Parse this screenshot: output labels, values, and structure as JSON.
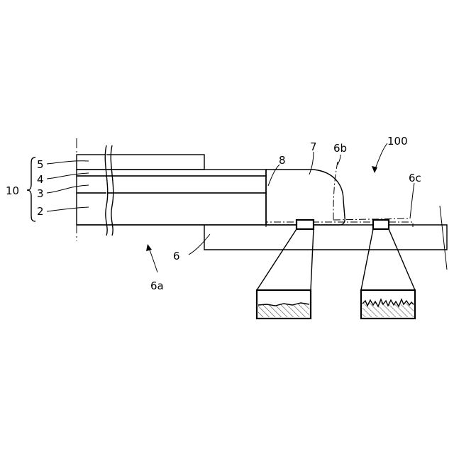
{
  "labels": {
    "ref_10": "10",
    "ref_5": "5",
    "ref_4": "4",
    "ref_3": "3",
    "ref_2": "2",
    "ref_8": "8",
    "ref_7": "7",
    "ref_6b": "6b",
    "ref_100": "100",
    "ref_6c": "6c",
    "ref_6": "6",
    "ref_6a": "6a"
  },
  "colors": {
    "line": "#000000",
    "background": "#ffffff"
  }
}
